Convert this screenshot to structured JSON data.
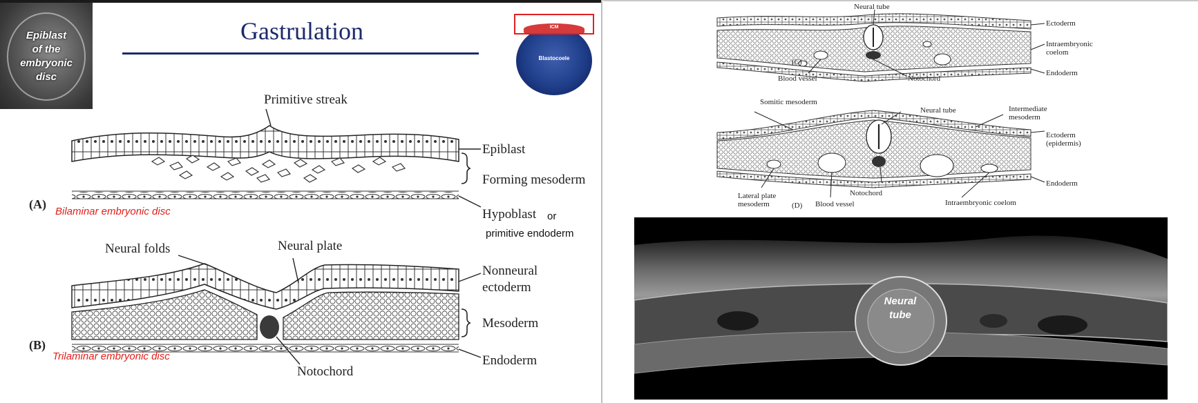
{
  "left_panel": {
    "thumbnail_caption": [
      "Epiblast",
      "of the",
      "embryonic",
      "disc"
    ],
    "title": "Gastrulation",
    "blastocyst": {
      "icm_label": "ICM",
      "cavity_label": "Blastocoele"
    },
    "panel_a": {
      "letter": "(A)",
      "subtitle": "Bilaminar embryonic disc",
      "top_label": "Primitive streak",
      "labels": {
        "epiblast": "Epiblast",
        "forming_mesoderm": "Forming mesoderm",
        "hypoblast": "Hypoblast",
        "hypoblast_or": "or",
        "primitive_endoderm": "primitive endoderm"
      }
    },
    "panel_b": {
      "letter": "(B)",
      "subtitle": "Trilaminar embryonic disc",
      "neural_folds": "Neural folds",
      "neural_plate": "Neural plate",
      "notochord": "Notochord",
      "labels": {
        "nonneural": "Nonneural",
        "ectoderm": "ectoderm",
        "mesoderm": "Mesoderm",
        "endoderm": "Endoderm"
      }
    }
  },
  "right_panel": {
    "panel_c": {
      "letter": "(C)",
      "neural_tube": "Neural tube",
      "ectoderm": "Ectoderm",
      "coelom_1": "Intraembryonic",
      "coelom_2": "coelom",
      "endoderm": "Endoderm",
      "blood_vessel": "Blood vessel",
      "notochord": "Notochord"
    },
    "panel_d": {
      "letter": "(D)",
      "somitic": "Somitic mesoderm",
      "neural_tube": "Neural tube",
      "intermediate_1": "Intermediate",
      "intermediate_2": "mesoderm",
      "ectoderm_1": "Ectoderm",
      "ectoderm_2": "(epidermis)",
      "endoderm": "Endoderm",
      "lateral_1": "Lateral plate",
      "lateral_2": "mesoderm",
      "notochord": "Notochord",
      "blood_vessel": "Blood vessel",
      "coelom": "Intraembryonic coelom"
    },
    "sem_caption": [
      "Neural",
      "tube"
    ]
  },
  "colors": {
    "title_blue": "#1c2a6b",
    "caption_red": "#e0201a"
  }
}
